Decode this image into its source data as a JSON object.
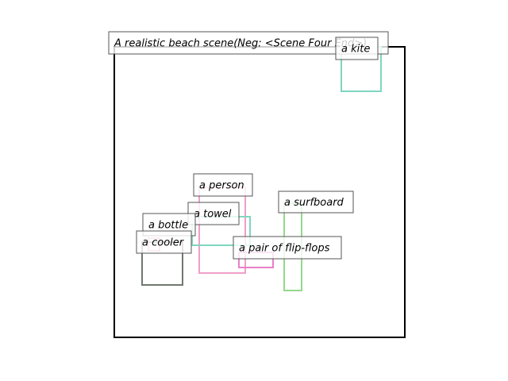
{
  "title": "A realistic beach scene(Neg: <Scene Four End>)",
  "colors": {
    "frame": "#000000",
    "label_border": "#555555",
    "label_bg": "#ffffff"
  },
  "objects": [
    {
      "id": "kite",
      "label": "a kite",
      "color": "#7fd6bf"
    },
    {
      "id": "person",
      "label": "a person",
      "color": "#ef9fc8"
    },
    {
      "id": "towel",
      "label": "a towel",
      "color": "#7fd6bf"
    },
    {
      "id": "surfboard",
      "label": "a surfboard",
      "color": "#93d98a"
    },
    {
      "id": "bottle",
      "label": "a bottle",
      "color": "#ef9fc8"
    },
    {
      "id": "cooler",
      "label": "a cooler",
      "color": "#6f786f"
    },
    {
      "id": "flip-flops",
      "label": "a pair of flip-flops",
      "color": "#e87fc9"
    }
  ]
}
